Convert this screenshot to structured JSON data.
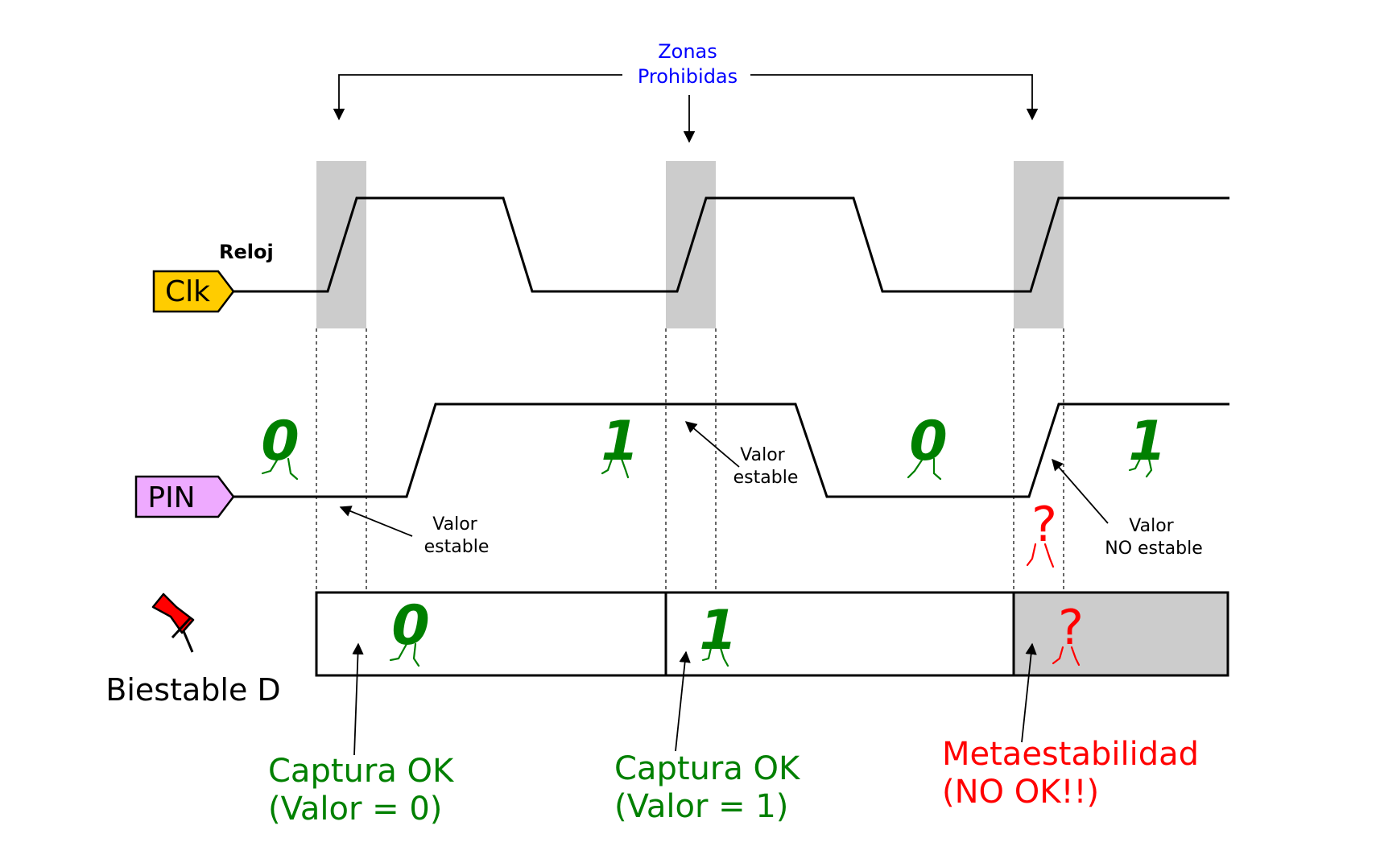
{
  "colors": {
    "forbidden_zone": "#cccccc",
    "clk_tag": "#ffcc00",
    "pin_tag": "#eeaaff",
    "ok": "#008000",
    "error": "#ff0000",
    "zone_label": "#0000ff"
  },
  "header": {
    "zones_line1": "Zonas",
    "zones_line2": "Prohibidas"
  },
  "clk": {
    "label": "Reloj",
    "tag": "Clk"
  },
  "pin": {
    "tag": "PIN",
    "values": [
      "0",
      "1",
      "0",
      "1"
    ],
    "unknown": "?"
  },
  "notes": {
    "stable1_line1": "Valor",
    "stable1_line2": "estable",
    "stable2_line1": "Valor",
    "stable2_line2": "estable",
    "unstable_line1": "Valor",
    "unstable_line2": "NO estable"
  },
  "flipflop": {
    "label": "Biestable D",
    "icon": "pushpin-icon",
    "cells": [
      "0",
      "1",
      "?"
    ]
  },
  "captions": {
    "ok1_line1": "Captura OK",
    "ok1_line2": "(Valor = 0)",
    "ok2_line1": "Captura OK",
    "ok2_line2": "(Valor = 1)",
    "meta_line1": "Metaestabilidad",
    "meta_line2": "(NO OK!!)"
  }
}
